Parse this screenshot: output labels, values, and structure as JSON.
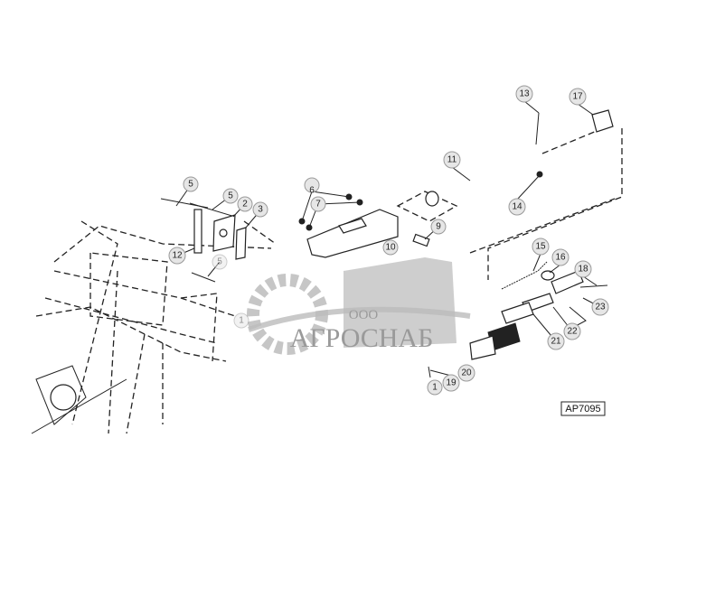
{
  "diagram": {
    "reference_code": "AP7095",
    "callouts": [
      "13",
      "17",
      "11",
      "14",
      "5",
      "5",
      "2",
      "3",
      "12",
      "6",
      "7",
      "9",
      "10",
      "5",
      "1",
      "15",
      "16",
      "18",
      "23",
      "22",
      "21",
      "20",
      "19",
      "1"
    ]
  },
  "watermark": {
    "prefix": "ООО",
    "name": "АГРОСНАБ"
  }
}
